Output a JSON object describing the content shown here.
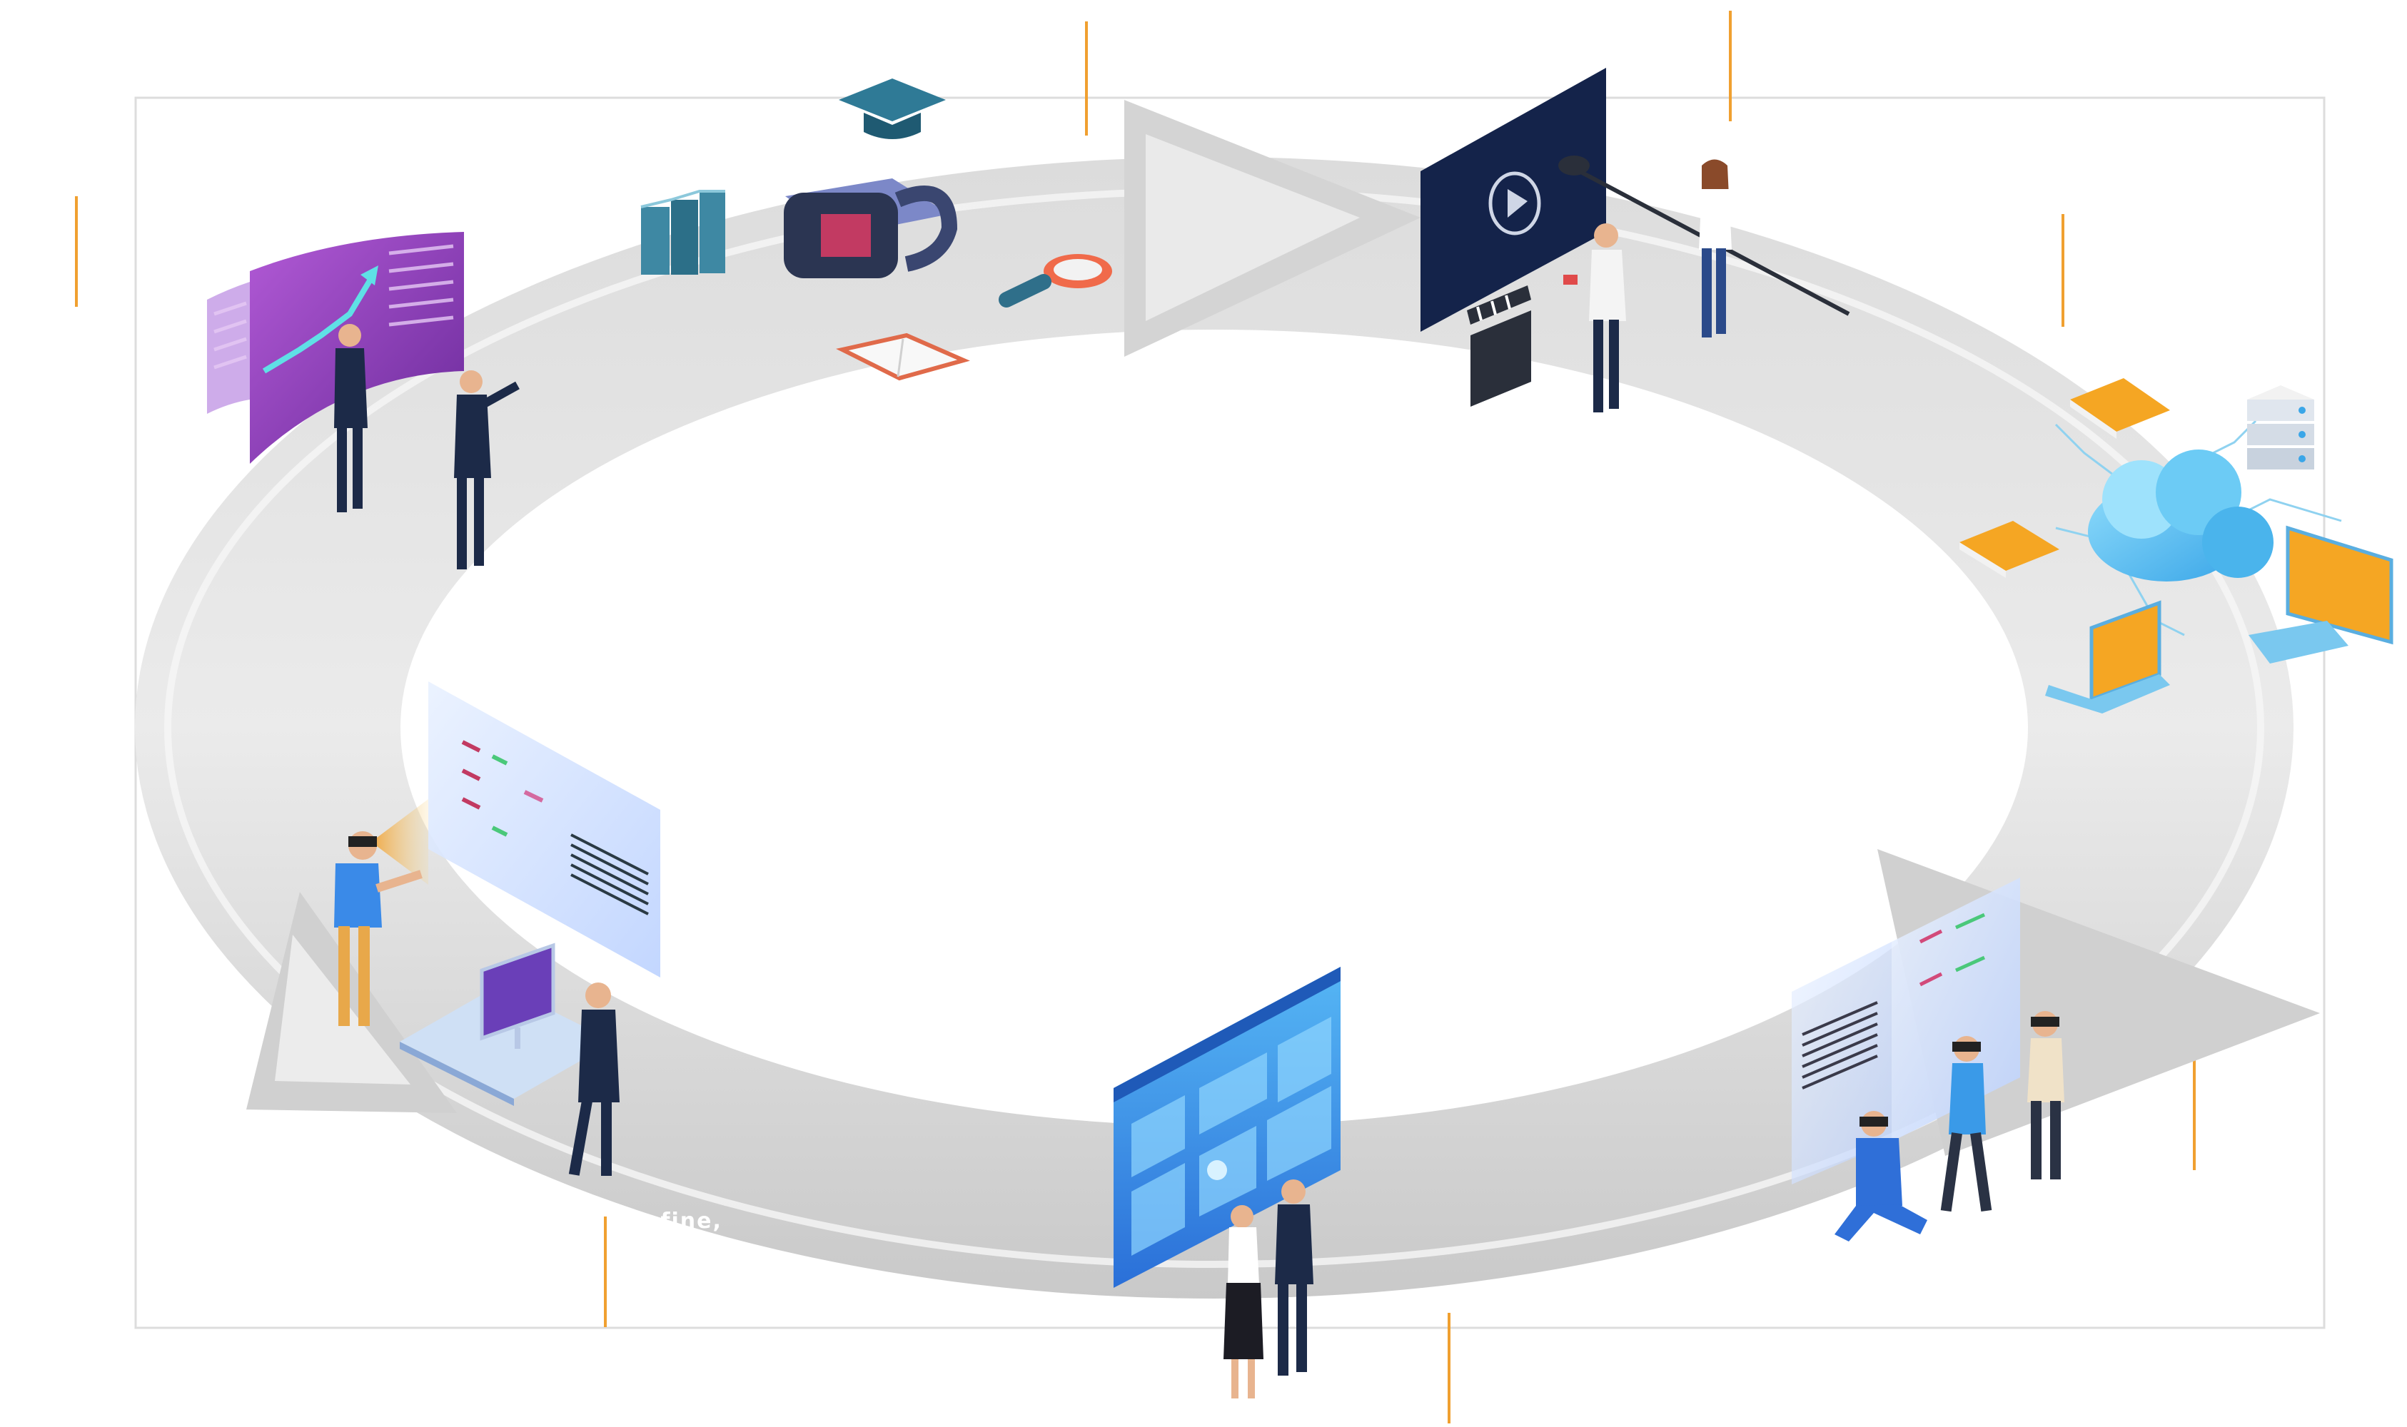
{
  "diagram": {
    "steps": [
      {
        "key": "strategy",
        "text": ""
      },
      {
        "key": "learning",
        "text": ""
      },
      {
        "key": "production",
        "text": ""
      },
      {
        "key": "deployment",
        "text": ""
      },
      {
        "key": "vr-training",
        "text": ""
      },
      {
        "key": "analytics",
        "text": ""
      },
      {
        "key": "refine",
        "text": "Refine,\n  peat,"
      }
    ],
    "colors": {
      "ring": "#cfcfcf",
      "ring_light": "#ececec",
      "accent_orange": "#f0a030",
      "navy": "#1b2a4a",
      "purple": "#8a3fb8",
      "teal": "#2f6f8a",
      "cyan": "#5cc8f2",
      "blue": "#2f7ad8"
    },
    "icons": [
      "graduation-cap-icon",
      "books-icon",
      "vr-headset-icon",
      "magnifier-icon",
      "open-book-icon",
      "video-screen-icon",
      "clapperboard-icon",
      "cloud-icon",
      "server-icon",
      "tablet-icon",
      "laptop-icon",
      "monitor-icon",
      "dashboard-screen-icon",
      "growth-chart-icon"
    ]
  }
}
